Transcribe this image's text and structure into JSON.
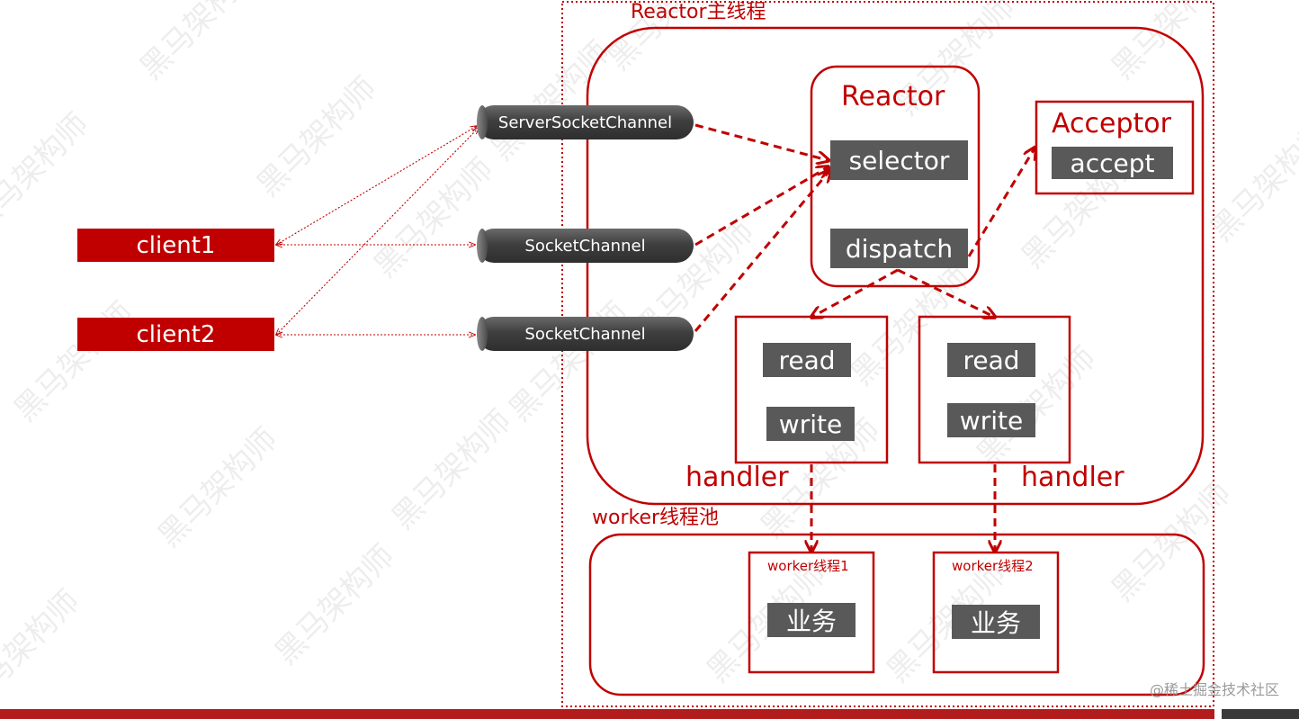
{
  "main_group": {
    "title": "Reactor主线程"
  },
  "worker_pool": {
    "title": "worker线程池"
  },
  "reactor": {
    "title": "Reactor",
    "selector": "selector",
    "dispatch": "dispatch"
  },
  "acceptor": {
    "title": "Acceptor",
    "accept": "accept"
  },
  "clients": [
    "client1",
    "client2"
  ],
  "channels": [
    "ServerSocketChannel",
    "SocketChannel",
    "SocketChannel"
  ],
  "handlers": [
    {
      "read": "read",
      "write": "write",
      "label": "handler"
    },
    {
      "read": "read",
      "write": "write",
      "label": "handler"
    }
  ],
  "workers": [
    {
      "title": "worker线程1",
      "task": "业务"
    },
    {
      "title": "worker线程2",
      "task": "业务"
    }
  ],
  "watermark": {
    "text": "@稀土掘金技术社区",
    "repeat": "黑马架构师"
  },
  "colors": {
    "accent": "#c00000",
    "dark_box": "#595959",
    "channel": "#3f3f3f"
  }
}
